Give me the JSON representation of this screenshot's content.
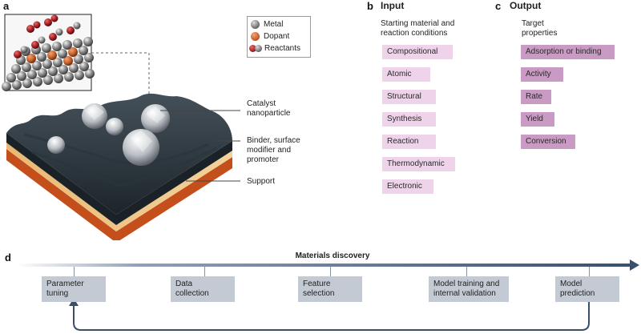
{
  "panels": {
    "a": "a",
    "b": "b",
    "c": "c",
    "d": "d"
  },
  "legend": {
    "items": [
      {
        "label": "Metal",
        "color": "#7b7b7b"
      },
      {
        "label": "Dopant",
        "color": "#c8622a"
      },
      {
        "label": "Reactants",
        "color": "#9b1f24"
      }
    ]
  },
  "catalyst_labels": {
    "nanoparticle": [
      "Catalyst",
      "nanoparticle"
    ],
    "binder": [
      "Binder, surface",
      "modifier and",
      "promoter"
    ],
    "support": "Support"
  },
  "input": {
    "title": "Input",
    "subtitle": [
      "Starting material and",
      "reaction conditions"
    ],
    "tags": [
      "Compositional",
      "Atomic",
      "Structural",
      "Synthesis",
      "Reaction",
      "Thermodynamic",
      "Electronic"
    ],
    "color": "#efd3ea"
  },
  "output": {
    "title": "Output",
    "subtitle": [
      "Target",
      "properties"
    ],
    "tags": [
      "Adsorption or binding",
      "Activity",
      "Rate",
      "Yield",
      "Conversion"
    ],
    "color": "#c99bc4"
  },
  "workflow": {
    "title": "Materials discovery",
    "steps": [
      [
        "Parameter",
        "tuning"
      ],
      [
        "Data",
        "collection"
      ],
      [
        "Feature",
        "selection"
      ],
      [
        "Model training and",
        "internal validation"
      ],
      [
        "Model",
        "prediction"
      ]
    ],
    "arrow_color": "#3a4f6b"
  }
}
